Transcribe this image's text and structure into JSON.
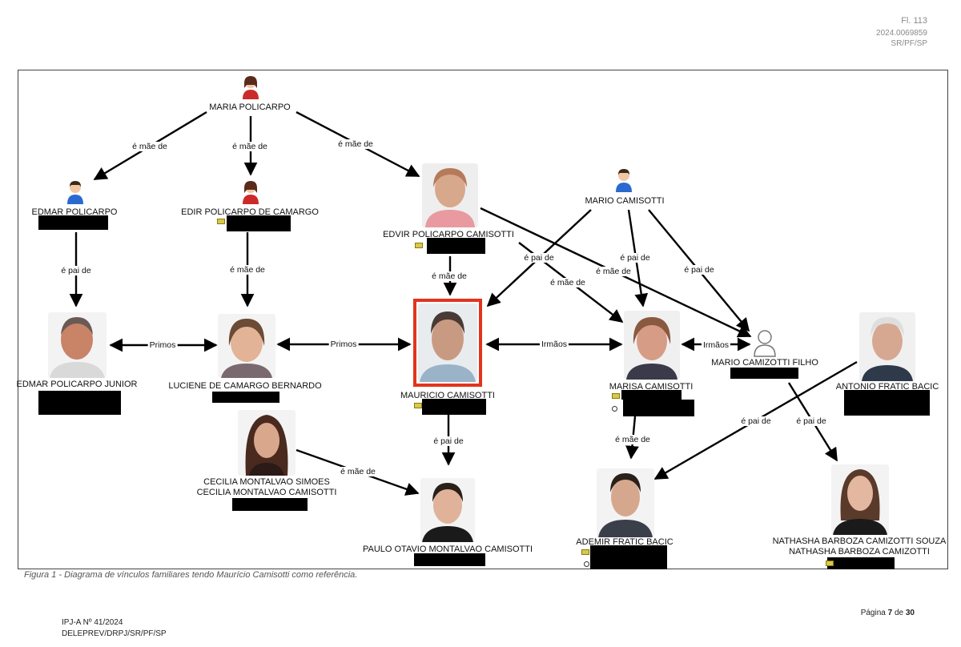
{
  "header": {
    "folio": "Fl. 113",
    "process": "2024.0069859",
    "unit": "SR/PF/SP"
  },
  "people": {
    "maria": "MARIA POLICARPO",
    "edmar": "EDMAR POLICARPO",
    "edir": "EDIR POLICARPO DE CAMARGO",
    "edvir": "EDVIR POLICARPO CAMISOTTI",
    "mario": "MARIO CAMISOTTI",
    "edmar_jr": "EDMAR POLICARPO JUNIOR",
    "luciene": "LUCIENE DE CAMARGO BERNARDO",
    "mauricio": "MAURICIO CAMISOTTI",
    "marisa": "MARISA CAMISOTTI",
    "mario_filho": "MARIO CAMIZOTTI FILHO",
    "antonio": "ANTONIO FRATIC BACIC",
    "cecilia_1": "CECILIA MONTALVAO SIMOES",
    "cecilia_2": "CECILIA MONTALVAO CAMISOTTI",
    "paulo": "PAULO OTAVIO MONTALVAO CAMISOTTI",
    "ademir": "ADEMIR FRATIC BACIC",
    "nathasha_1": "NATHASHA BARBOZA CAMIZOTTI SOUZA",
    "nathasha_2": "NATHASHA BARBOZA CAMIZOTTI"
  },
  "relations": {
    "mae": "é mãe de",
    "pai": "é pai de",
    "primos": "Primos",
    "irmaos": "Irmãos"
  },
  "caption": "Figura 1 - Diagrama de vínculos familiares tendo Maurício Camisotti como referência.",
  "footer": {
    "line1": "IPJ-A Nº 41/2024",
    "line2": "DELEPREV/DRPJ/SR/PF/SP",
    "page_prefix": "Página ",
    "page_current": "7",
    "page_mid": " de ",
    "page_total": "30"
  }
}
